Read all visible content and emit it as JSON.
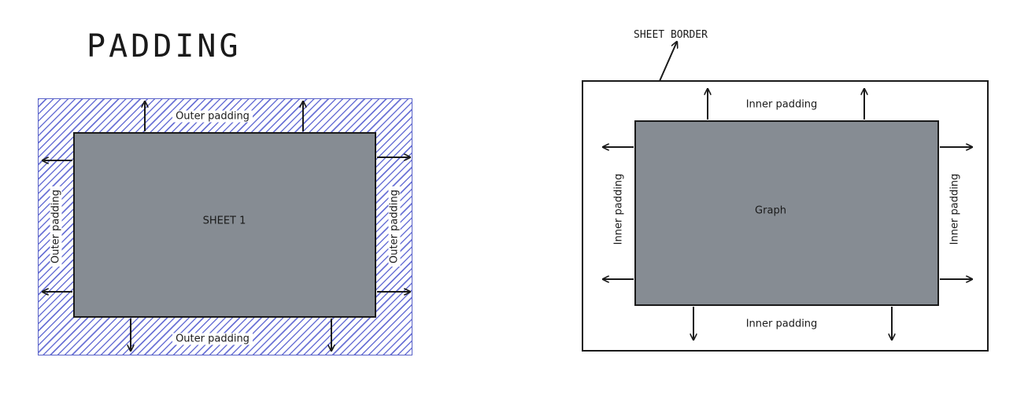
{
  "title": "PADDING",
  "left_diagram": {
    "sheet_label": "SHEET 1",
    "padding_top": "Outer padding",
    "padding_bottom": "Outer padding",
    "padding_left": "Outer padding",
    "padding_right": "Outer padding",
    "hatch_color": "#6b73d6",
    "sheet_color": "#868c93"
  },
  "right_diagram": {
    "border_label": "SHEET BORDER",
    "graph_label": "Graph",
    "padding_top": "Inner padding",
    "padding_bottom": "Inner padding",
    "padding_left": "Inner padding",
    "padding_right": "Inner padding",
    "graph_color": "#868c93"
  }
}
